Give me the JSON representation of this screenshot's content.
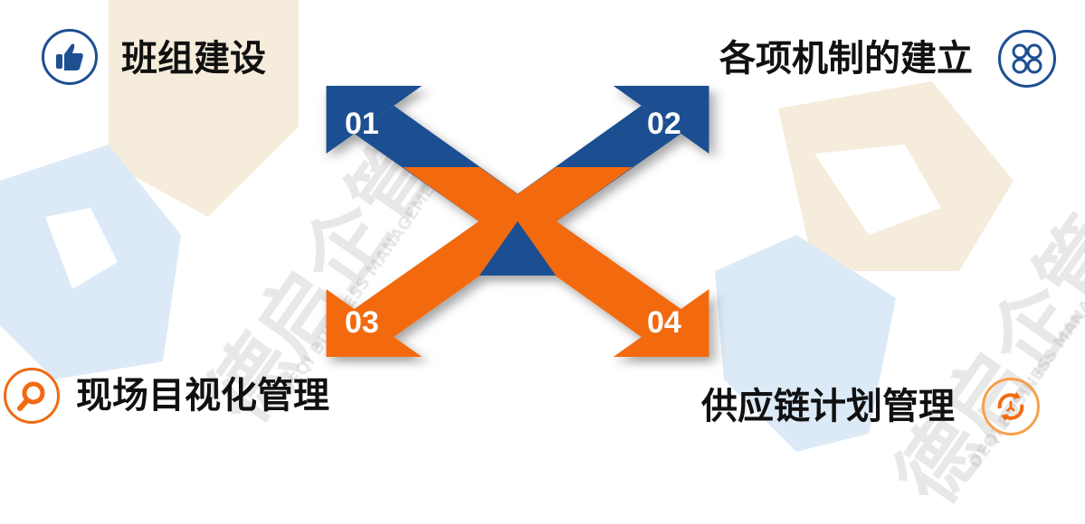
{
  "items": [
    {
      "number": "01",
      "label": "班组建设",
      "icon": "thumbs-up-icon"
    },
    {
      "number": "02",
      "label": "各项机制的建立",
      "icon": "command-icon"
    },
    {
      "number": "03",
      "label": "现场目视化管理",
      "icon": "magnifier-icon"
    },
    {
      "number": "04",
      "label": "供应链计划管理",
      "icon": "refresh-clock-icon"
    }
  ],
  "watermark": {
    "cn": "德启企管",
    "en": "DEQI BUSINESS MANAGEMENT"
  },
  "colors": {
    "blue": "#1d4f91",
    "orange": "#f26a10",
    "wm_beige": "#f5ead7",
    "wm_blue": "#d6e8f5"
  }
}
